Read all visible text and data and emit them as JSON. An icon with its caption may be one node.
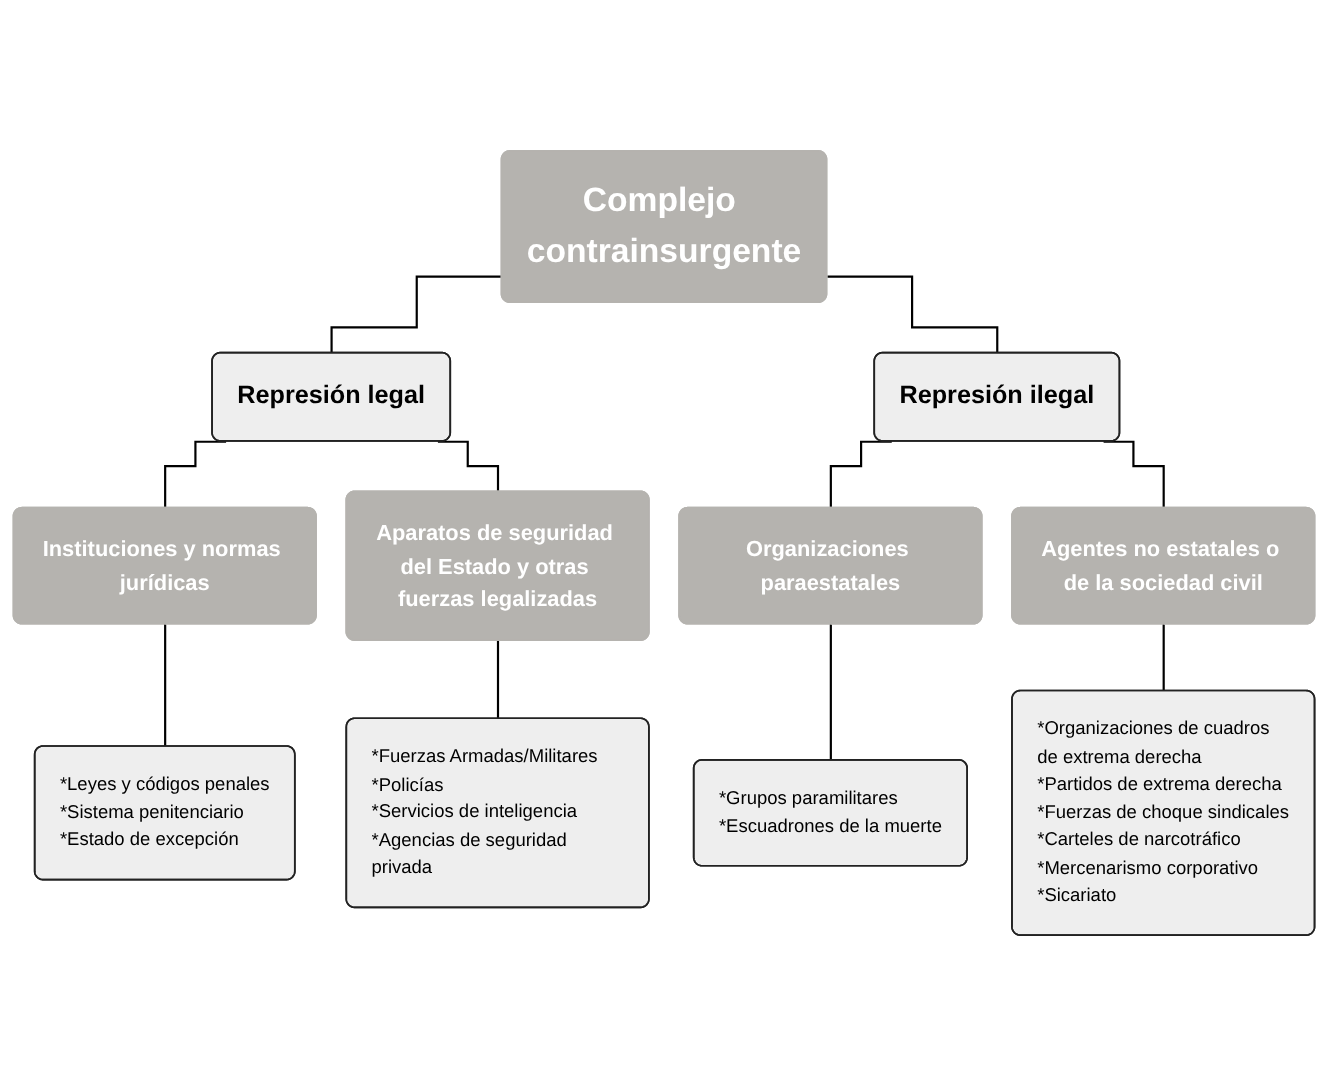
{
  "diagram": {
    "nodes": [
      {
        "text": [
          "Complejo contrainsurgente"
        ]
      },
      {
        "text": [
          "Represión legal"
        ]
      },
      {
        "text": [
          "Represión ilegal"
        ]
      },
      {
        "text": [
          "Instituciones y normas jurídicas"
        ]
      },
      {
        "text": [
          "Aparatos de seguridad del Estado y otras fuerzas legalizadas"
        ]
      },
      {
        "text": [
          "Organizaciones paraestatales"
        ]
      },
      {
        "text": [
          "Agentes no estatales o de la sociedad civil"
        ]
      },
      {
        "text": [
          "*Leyes y códigos penales",
          "*Sistema penitenciario",
          "*Estado de excepción"
        ]
      },
      {
        "text": [
          "*Fuerzas Armadas/Militares",
          "*Policías",
          "*Servicios de inteligencia",
          "*Agencias de seguridad privada"
        ]
      },
      {
        "text": [
          "*Grupos paramilitares",
          "*Escuadrones de la muerte"
        ]
      },
      {
        "text": [
          "*Organizaciones de cuadros de extrema derecha",
          "*Partidos de extrema derecha",
          "*Fuerzas de choque sindicales",
          "*Carteles de narcotráfico",
          "*Mercenarismo corporativo",
          "*Sicariato"
        ]
      }
    ],
    "edges": [
      {
        "from": 0,
        "to": 1,
        "arrow": "none"
      },
      {
        "from": 0,
        "to": 2,
        "arrow": "none"
      },
      {
        "from": 1,
        "to": 3,
        "arrow": "none"
      },
      {
        "from": 1,
        "to": 4,
        "arrow": "none"
      },
      {
        "from": 2,
        "to": 5,
        "arrow": "none"
      },
      {
        "from": 2,
        "to": 6,
        "arrow": "none"
      },
      {
        "from": 3,
        "to": 7,
        "arrow": "none"
      },
      {
        "from": 4,
        "to": 8,
        "arrow": "none"
      },
      {
        "from": 5,
        "to": 9,
        "arrow": "none"
      },
      {
        "from": 6,
        "to": 10,
        "arrow": "none"
      }
    ]
  }
}
